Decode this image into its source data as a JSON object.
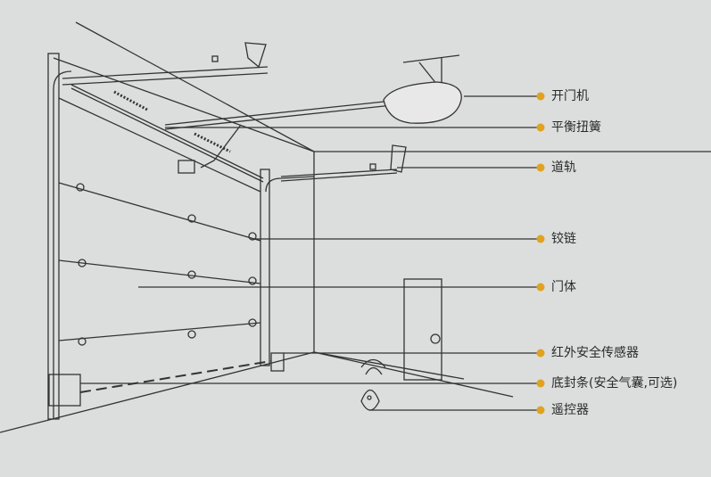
{
  "labels": {
    "opener": "开门机",
    "torsion_spring": "平衡扭簧",
    "track": "道轨",
    "hinge": "铰链",
    "door_body": "门体",
    "ir_sensor": "红外安全传感器",
    "bottom_seal": "底封条(安全气囊,可选)",
    "remote": "遥控器"
  },
  "colors": {
    "dot": "#e0a21f",
    "line": "#333333",
    "background": "#dcdedd"
  }
}
